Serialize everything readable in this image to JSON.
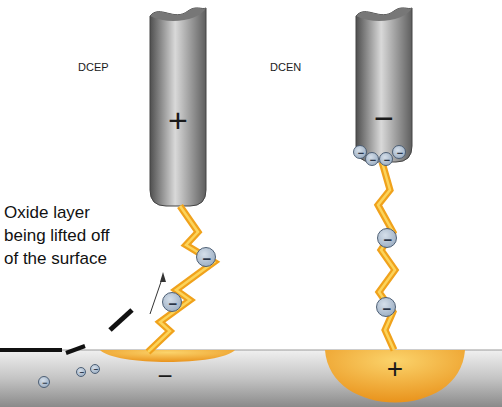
{
  "diagram": {
    "nodes": [
      {
        "text": [
          "DCEP",
          "+"
        ]
      },
      {
        "text": [
          "DCEN",
          "−"
        ]
      },
      {
        "text": [
          "−"
        ]
      },
      {
        "text": [
          "+"
        ]
      },
      {
        "text": [
          "−"
        ]
      },
      {
        "text": [
          "−"
        ]
      },
      {
        "text": [
          "−"
        ]
      },
      {
        "text": [
          "−"
        ]
      },
      {
        "text": [
          "−"
        ]
      },
      {
        "text": [
          "−"
        ],
        "in": 1
      },
      {
        "text": [
          "−"
        ],
        "in": 1
      },
      {
        "text": [
          "−"
        ],
        "in": 1
      },
      {
        "text": [
          "−"
        ],
        "in": 1
      },
      {
        "text": [
          "−"
        ]
      },
      {
        "text": [
          "−"
        ]
      }
    ],
    "labels": [
      "Oxide layer being lifted off of the surface"
    ]
  }
}
